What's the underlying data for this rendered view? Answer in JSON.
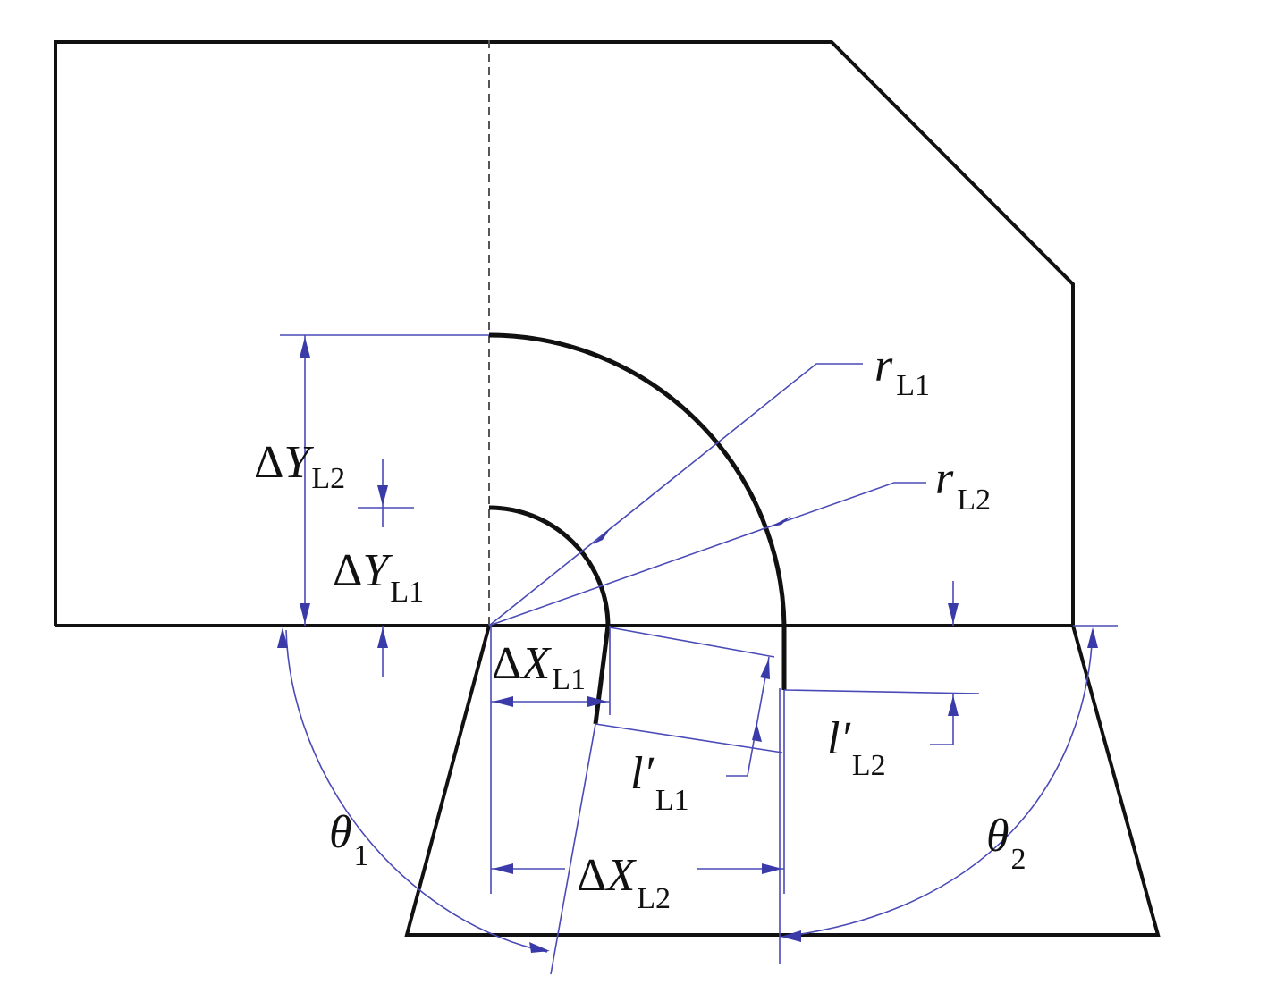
{
  "diagram": {
    "labels": {
      "dy_l2": {
        "main": "ΔY",
        "sub": "L2"
      },
      "dy_l1": {
        "main": "ΔY",
        "sub": "L1"
      },
      "dx_l1": {
        "main": "ΔX",
        "sub": "L1"
      },
      "dx_l2": {
        "main": "ΔX",
        "sub": "L2"
      },
      "r_l1": {
        "main": "r",
        "sub": "L1"
      },
      "r_l2": {
        "main": "r",
        "sub": "L2"
      },
      "lp_l1": {
        "main": "l′",
        "sub": "L1"
      },
      "lp_l2": {
        "main": "l′",
        "sub": "L2"
      },
      "theta1": {
        "main": "θ",
        "sub": "1"
      },
      "theta2": {
        "main": "θ",
        "sub": "2"
      }
    },
    "colors": {
      "outline": "#111111",
      "dimension": "#3a3aa8",
      "centerline": "#555555"
    }
  }
}
